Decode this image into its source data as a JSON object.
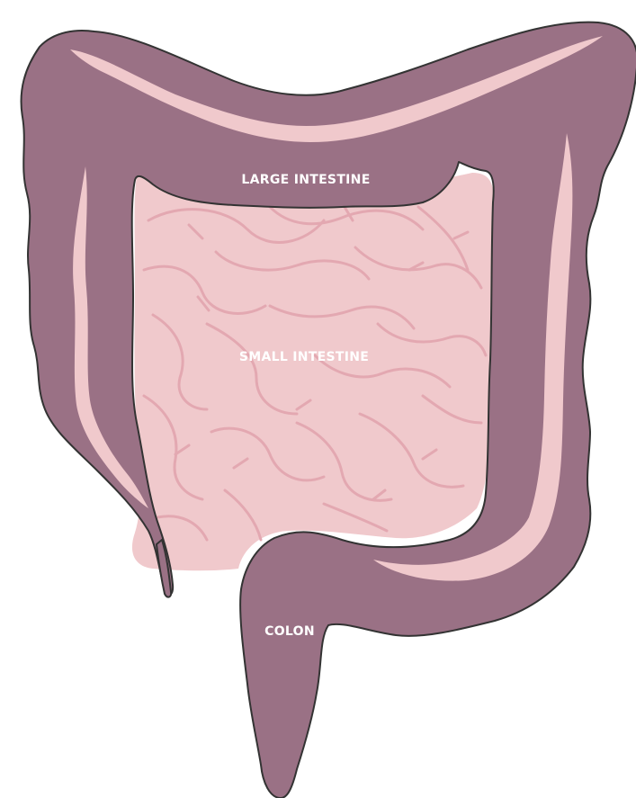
{
  "labels": {
    "large_intestine": "LARGE INTESTINE",
    "small_intestine": "SMALL INTESTINE",
    "colon": "COLON"
  },
  "colors": {
    "large_intestine_fill": "#9a7185",
    "outline": "#333333",
    "small_intestine_fill": "#f0c9cc",
    "small_intestine_folds": "#e3a8b1",
    "highlight": "#f0c9cc",
    "label_text": "#ffffff"
  }
}
